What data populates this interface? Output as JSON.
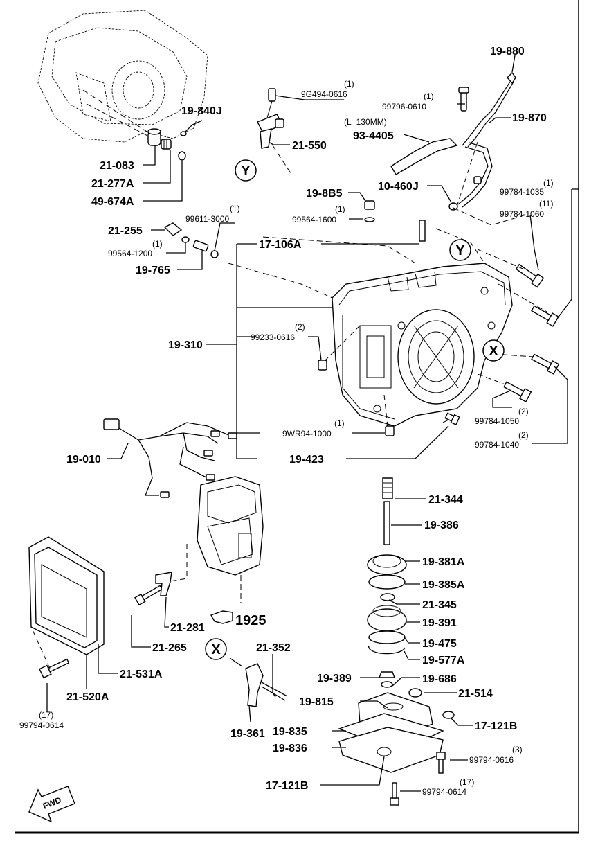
{
  "callouts": {
    "c_19_880": "19-880",
    "c_99796_0610_q": "(1)",
    "c_99796_0610": "99796-0610",
    "c_19_870": "19-870",
    "c_9G494_0616_q": "(1)",
    "c_9G494_0616": "9G494-0616",
    "c_l130": "(L=130MM)",
    "c_93_4405": "93-4405",
    "c_19_840J": "19-840J",
    "c_21_550": "21-550",
    "c_21_083": "21-083",
    "c_21_277A": "21-277A",
    "c_49_674A": "49-674A",
    "c_10_460J": "10-460J",
    "c_19_8B5": "19-8B5",
    "c_99564_1600_q": "(1)",
    "c_99564_1600": "99564-1600",
    "c_99784_1035_q": "(1)",
    "c_99784_1035": "99784-1035",
    "c_99784_1060_q": "(11)",
    "c_99784_1060": "99784-1060",
    "c_99611_3000_q": "(1)",
    "c_99611_3000": "99611-3000",
    "c_21_255": "21-255",
    "c_99564_1200_q": "(1)",
    "c_99564_1200": "99564-1200",
    "c_17_106A": "17-106A",
    "c_19_765": "19-765",
    "c_99233_0616_q": "(2)",
    "c_99233_0616": "99233-0616",
    "c_19_310": "19-310",
    "c_99784_1050_q": "(2)",
    "c_99784_1050": "99784-1050",
    "c_9WR94_1000_q": "(1)",
    "c_9WR94_1000": "9WR94-1000",
    "c_99784_1040_q": "(2)",
    "c_99784_1040": "99784-1040",
    "c_19_010": "19-010",
    "c_19_423": "19-423",
    "c_21_344": "21-344",
    "c_19_386": "19-386",
    "c_19_381A": "19-381A",
    "c_19_385A": "19-385A",
    "c_21_345": "21-345",
    "c_1925": "1925",
    "c_21_281": "21-281",
    "c_19_391": "19-391",
    "c_21_265": "21-265",
    "c_21_352": "21-352",
    "c_19_475": "19-475",
    "c_19_577A": "19-577A",
    "c_21_531A": "21-531A",
    "c_19_389": "19-389",
    "c_19_686": "19-686",
    "c_21_520A": "21-520A",
    "c_21_514": "21-514",
    "c_19_815": "19-815",
    "c_99794_0614a_q": "(17)",
    "c_99794_0614a": "99794-0614",
    "c_17_121B_a": "17-121B",
    "c_19_361": "19-361",
    "c_19_835": "19-835",
    "c_99794_0616_q": "(3)",
    "c_99794_0616": "99794-0616",
    "c_19_836": "19-836",
    "c_17_121B_b": "17-121B",
    "c_99794_0614b_q": "(17)",
    "c_99794_0614b": "99794-0614"
  },
  "markers": {
    "x": "X",
    "y": "Y"
  },
  "fwd": "FWD",
  "icons": {
    "ref_hand": "pointing-hand-icon",
    "fwd_arrow": "fwd-arrow-icon"
  },
  "colors": {
    "ink": "#000000",
    "paper": "#ffffff"
  }
}
